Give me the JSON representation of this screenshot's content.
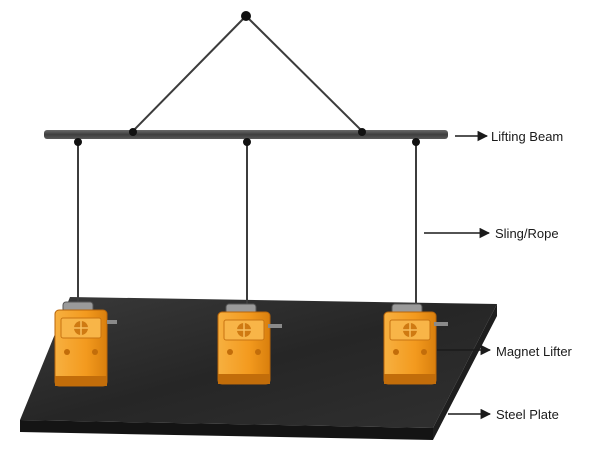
{
  "labels": {
    "lifting_beam": "Lifting Beam",
    "sling_rope": "Sling/Rope",
    "magnet_lifter": "Magnet Lifter",
    "steel_plate": "Steel Plate"
  },
  "colors": {
    "beam": "#4a4a4a",
    "rope": "#3c3c3c",
    "plate_top": "#2e2e2e",
    "plate_edge": "#1c1c1c",
    "magnet_body": "#f39a1e",
    "magnet_shadow": "#c26d0a",
    "arrow": "#1a1a1a"
  }
}
